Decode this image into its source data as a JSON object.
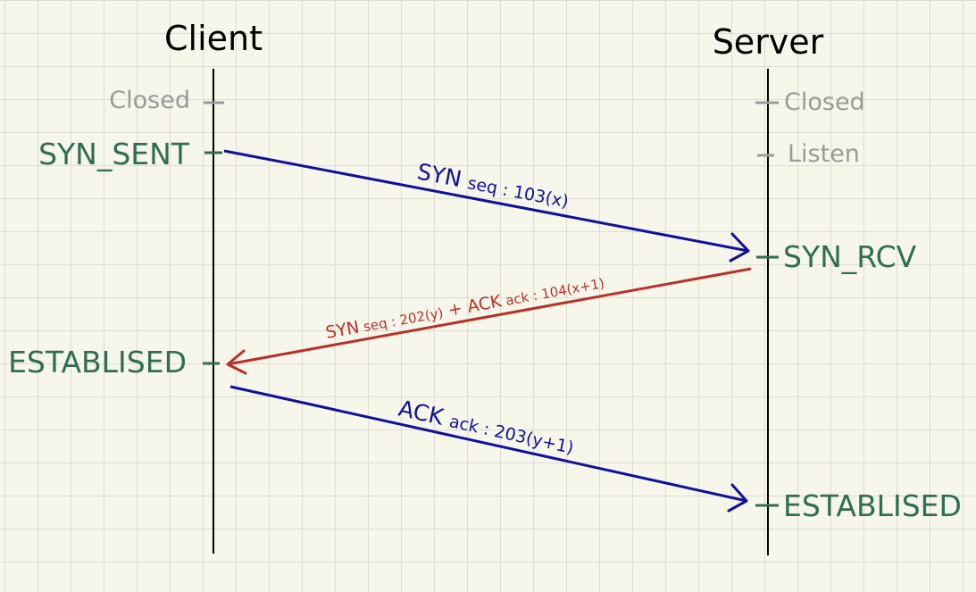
{
  "lifelines": {
    "client": {
      "label": "Client"
    },
    "server": {
      "label": "Server"
    }
  },
  "states": {
    "client_closed": "Closed",
    "client_syn_sent": "SYN_SENT",
    "client_established": "ESTABLISED",
    "server_closed": "Closed",
    "server_listen": "Listen",
    "server_syn_rcv": "SYN_RCV",
    "server_established": "ESTABLISED"
  },
  "messages": {
    "syn": {
      "main": "SYN",
      "detail": "seq : 103(x)"
    },
    "syn_ack": {
      "main1": "SYN",
      "detail1": "seq : 202(y)",
      "plus": " + ",
      "main2": "ACK",
      "detail2": "ack : 104(x+1)"
    },
    "ack": {
      "main": "ACK",
      "detail": "ack : 203(y+1)"
    }
  },
  "colors": {
    "lifeline": "#000000",
    "state_gray": "#9a9a9a",
    "state_green": "#2f6e50",
    "msg_blue": "#10109a",
    "msg_red": "#b8302a",
    "background": "#f6f6ea",
    "grid": "#dcdccf"
  }
}
